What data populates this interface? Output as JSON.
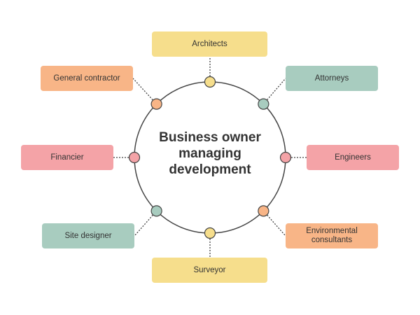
{
  "colors": {
    "yellow": "#f6de8c",
    "teal": "#a8ccbf",
    "pink": "#f4a3a7",
    "orange": "#f8b587",
    "ring": "#444444"
  },
  "center": {
    "label": "Business owner\nmanaging\ndevelopment"
  },
  "nodes": [
    {
      "id": "architects",
      "label": "Architects",
      "color": "yellow"
    },
    {
      "id": "attorneys",
      "label": "Attorneys",
      "color": "teal"
    },
    {
      "id": "engineers",
      "label": "Engineers",
      "color": "pink"
    },
    {
      "id": "environmental-consultants",
      "label": "Environmental\nconsultants",
      "color": "orange"
    },
    {
      "id": "surveyor",
      "label": "Surveyor",
      "color": "yellow"
    },
    {
      "id": "site-designer",
      "label": "Site designer",
      "color": "teal"
    },
    {
      "id": "financier",
      "label": "Financier",
      "color": "pink"
    },
    {
      "id": "general-contractor",
      "label": "General contractor",
      "color": "orange"
    }
  ]
}
